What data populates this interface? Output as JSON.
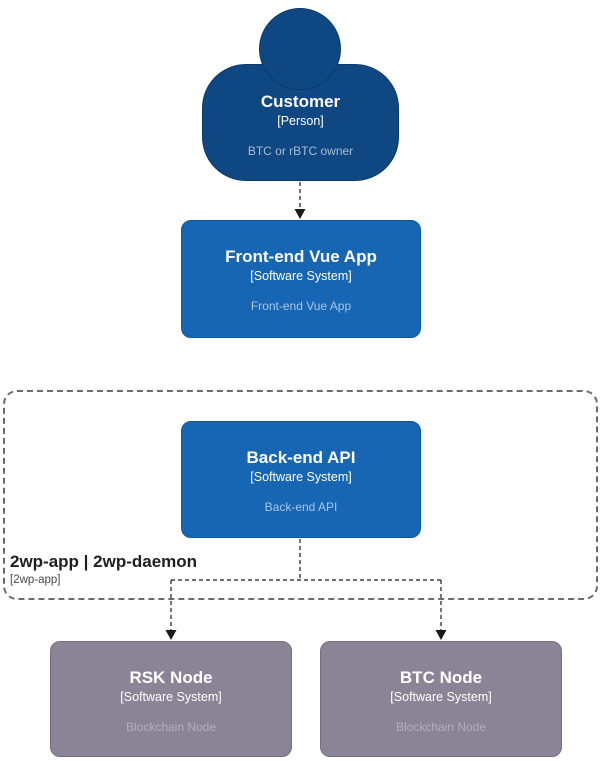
{
  "colors": {
    "person_fill": "#0e4782",
    "person_border": "#0a3a6b",
    "system_fill": "#1766b4",
    "system_border": "#0f5698",
    "external_fill": "#8b8496",
    "external_border": "#776f83",
    "system_desc_text": "#a9c6e8",
    "person_desc_text": "#a9bdd3",
    "external_desc_text": "#b3adbd",
    "boundary_line": "#6b6b6b",
    "connector_line": "#1a1a1a"
  },
  "nodes": {
    "customer": {
      "title": "Customer",
      "type": "[Person]",
      "description": "BTC or rBTC owner"
    },
    "frontend": {
      "title": "Front-end Vue App",
      "type": "[Software System]",
      "description": "Front-end Vue App"
    },
    "backend": {
      "title": "Back-end API",
      "type": "[Software System]",
      "description": "Back-end API"
    },
    "rsk": {
      "title": "RSK Node",
      "type": "[Software System]",
      "description": "Blockchain Node"
    },
    "btc": {
      "title": "BTC Node",
      "type": "[Software System]",
      "description": "Blockchain Node"
    }
  },
  "boundary": {
    "title": "2wp-app | 2wp-daemon",
    "subtitle": "[2wp-app]"
  }
}
